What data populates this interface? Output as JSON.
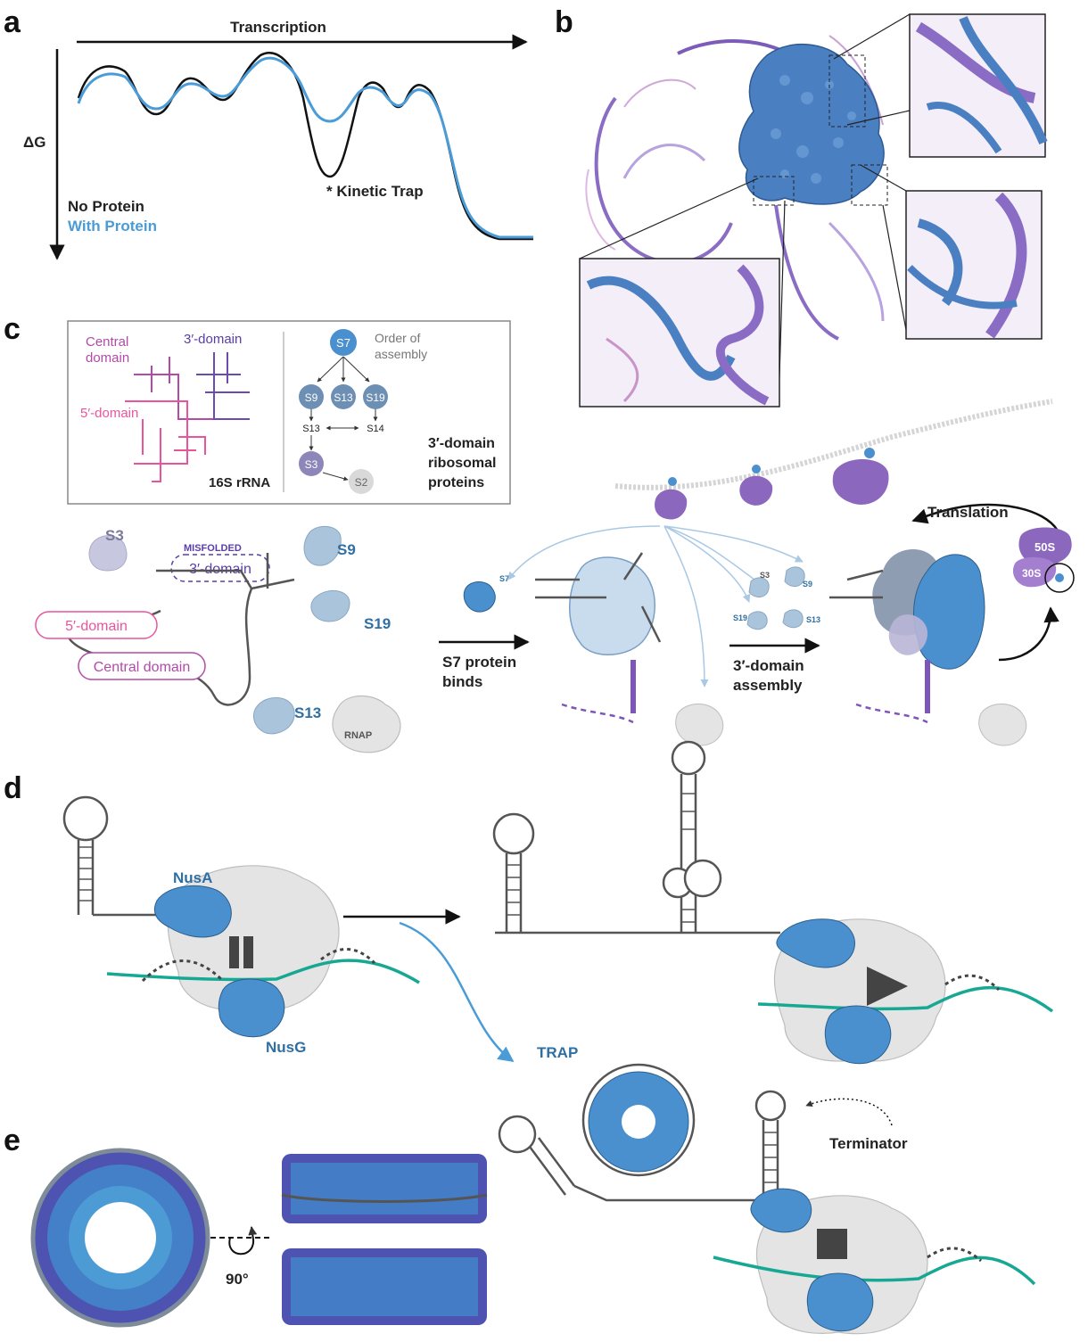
{
  "panels": {
    "a": "a",
    "b": "b",
    "c": "c",
    "d": "d",
    "e": "e"
  },
  "panel_a": {
    "x_arrow_label": "Transcription",
    "y_arrow_label": "ΔG",
    "legend_no_protein": "No Protein",
    "legend_with_protein": "With Protein",
    "kinetic_trap": "* Kinetic Trap",
    "colors": {
      "no_protein": "#111111",
      "with_protein": "#4a9cd8"
    }
  },
  "panel_c_inset": {
    "central_domain_line1": "Central",
    "central_domain_line2": "domain",
    "three_prime_domain": "3′-domain",
    "five_prime_domain": "5′-domain",
    "rrna_label": "16S rRNA",
    "order_line1": "Order of",
    "order_line2": "assembly",
    "nodes": [
      "S7",
      "S9",
      "S13",
      "S19",
      "S13",
      "S14",
      "S3",
      "S2"
    ],
    "rp_label_line1": "3′-domain",
    "rp_label_line2": "ribosomal",
    "rp_label_line3": "proteins"
  },
  "panel_c_main": {
    "s3": "S3",
    "misfolded": "MISFOLDED",
    "misfolded_domain": "3′-domain",
    "s9": "S9",
    "s19": "S19",
    "s13": "S13",
    "five_prime_domain": "5′-domain",
    "central_domain": "Central domain",
    "rnap": "RNAP",
    "s7_small": "S7",
    "step1_line1": "S7 protein",
    "step1_line2": "binds",
    "small_s3": "S3",
    "small_s9": "S9",
    "small_s19": "S19",
    "small_s13": "S13",
    "step2_line1": "3′-domain",
    "step2_line2": "assembly",
    "translation": "Translation",
    "s50": "50S",
    "s30": "30S"
  },
  "panel_d": {
    "nusa": "NusA",
    "nusg": "NusG",
    "trap": "TRAP",
    "terminator": "Terminator"
  },
  "panel_e": {
    "rotation": "90°"
  }
}
